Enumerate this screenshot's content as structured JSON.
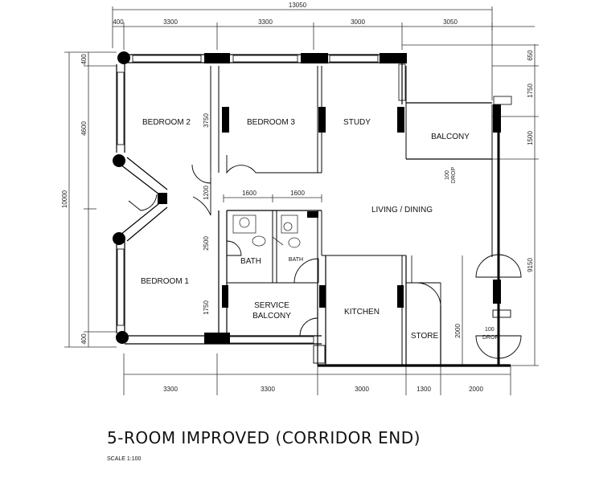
{
  "overall_width": "13050",
  "top_dims": [
    "400",
    "3300",
    "3300",
    "3000",
    "3050"
  ],
  "right_dims": [
    "650",
    "1750",
    "1500",
    "9150"
  ],
  "left_outer": "10000",
  "left_dims": [
    "400",
    "4600",
    "400"
  ],
  "inner_dims": {
    "d3750": "3750",
    "d1200": "1200",
    "d2500": "2500",
    "d1750": "1750",
    "d1600a": "1600",
    "d1600b": "1600",
    "d2000": "2000"
  },
  "bottom_dims": [
    "3300",
    "3300",
    "3000",
    "1300",
    "2000"
  ],
  "rooms": {
    "bedroom2": "BEDROOM 2",
    "bedroom3": "BEDROOM 3",
    "bedroom1": "BEDROOM 1",
    "study": "STUDY",
    "balcony": "BALCONY",
    "living": "LIVING / DINING",
    "bath": "BATH",
    "bath2": "BATH",
    "service": "SERVICE",
    "service2": "BALCONY",
    "kitchen": "KITCHEN",
    "store": "STORE"
  },
  "drop_labels": [
    "100",
    "DROP",
    "100",
    "DROP"
  ],
  "title": "5-ROOM IMPROVED (CORRIDOR END)",
  "scale": "SCALE  1:100"
}
